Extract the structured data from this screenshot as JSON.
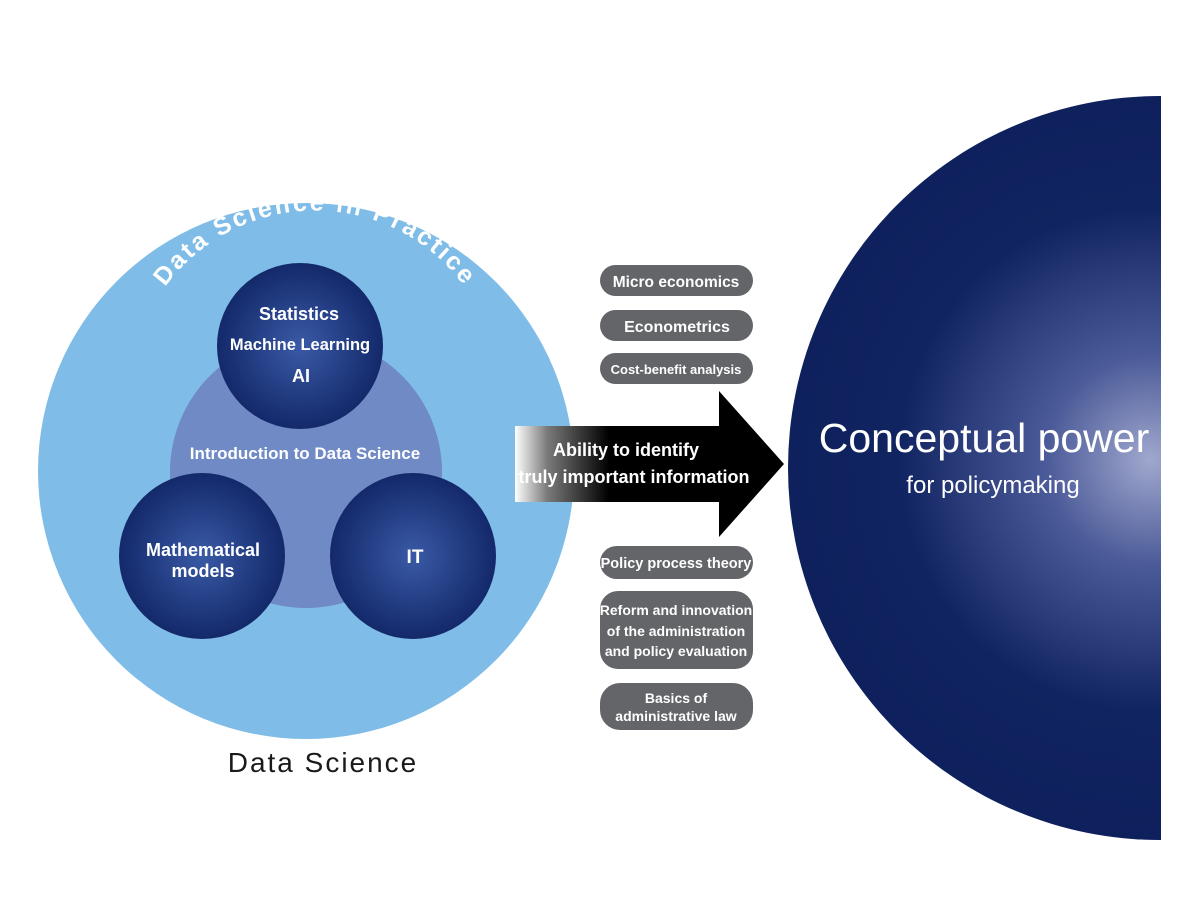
{
  "left_panel": {
    "arc_title": "Data Science in Practice",
    "center_label": "Introduction to Data Science",
    "caption": "Data Science",
    "circles": {
      "top": [
        "Statistics",
        "Machine Learning",
        "AI"
      ],
      "left": [
        "Mathematical",
        "models"
      ],
      "right": [
        "IT"
      ]
    }
  },
  "arrow": {
    "lines": [
      "Ability to identify",
      "truly important information"
    ]
  },
  "pills_upper": [
    {
      "lines": [
        "Micro economics"
      ]
    },
    {
      "lines": [
        "Econometrics"
      ]
    },
    {
      "lines": [
        "Cost-benefit analysis"
      ]
    }
  ],
  "pills_lower": [
    {
      "lines": [
        "Policy process theory"
      ]
    },
    {
      "lines": [
        "Reform and innovation",
        "of the administration",
        "and policy evaluation"
      ]
    },
    {
      "lines": [
        "Basics of",
        "administrative law"
      ]
    }
  ],
  "big_circle": {
    "title": "Conceptual power",
    "subtitle": "for policymaking"
  },
  "colors": {
    "outer_circle": "#7fbde8",
    "inner_circle": "#6f8ac5",
    "small_circle_dark": "#0f2464",
    "small_circle_light": "#3a5aa6",
    "pill": "#636569",
    "big_circle_dark": "#0d1f5b",
    "big_circle_glow": "#9ea7cd",
    "arrow_dark": "#000000"
  }
}
